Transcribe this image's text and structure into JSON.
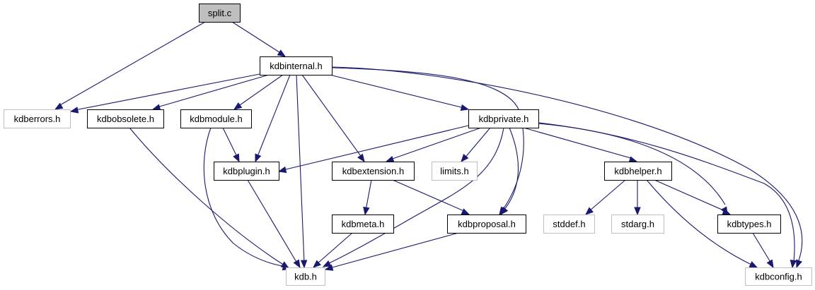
{
  "title": "Include dependency graph for split.c",
  "colors": {
    "edge": "#191970",
    "root_fill": "#bfbfbf",
    "external_border": "#bfbfbf",
    "internal_border": "#000000"
  },
  "nodes": [
    {
      "id": "split_c",
      "label": "split.c",
      "kind": "root"
    },
    {
      "id": "kdbinternal",
      "label": "kdbinternal.h",
      "kind": "internal"
    },
    {
      "id": "kdberrors",
      "label": "kdberrors.h",
      "kind": "external"
    },
    {
      "id": "kdbobsolete",
      "label": "kdbobsolete.h",
      "kind": "internal"
    },
    {
      "id": "kdbmodule",
      "label": "kdbmodule.h",
      "kind": "internal"
    },
    {
      "id": "kdbprivate",
      "label": "kdbprivate.h",
      "kind": "internal"
    },
    {
      "id": "kdbplugin",
      "label": "kdbplugin.h",
      "kind": "internal"
    },
    {
      "id": "kdbextension",
      "label": "kdbextension.h",
      "kind": "internal"
    },
    {
      "id": "limits",
      "label": "limits.h",
      "kind": "external"
    },
    {
      "id": "kdbhelper",
      "label": "kdbhelper.h",
      "kind": "internal"
    },
    {
      "id": "kdbmeta",
      "label": "kdbmeta.h",
      "kind": "internal"
    },
    {
      "id": "kdbproposal",
      "label": "kdbproposal.h",
      "kind": "internal"
    },
    {
      "id": "stddef",
      "label": "stddef.h",
      "kind": "external"
    },
    {
      "id": "stdarg",
      "label": "stdarg.h",
      "kind": "external"
    },
    {
      "id": "kdbtypes",
      "label": "kdbtypes.h",
      "kind": "internal"
    },
    {
      "id": "kdb",
      "label": "kdb.h",
      "kind": "external"
    },
    {
      "id": "kdbconfig",
      "label": "kdbconfig.h",
      "kind": "external"
    }
  ],
  "edges": [
    {
      "from": "split_c",
      "to": "kdberrors"
    },
    {
      "from": "split_c",
      "to": "kdbinternal"
    },
    {
      "from": "kdbinternal",
      "to": "kdberrors"
    },
    {
      "from": "kdbinternal",
      "to": "kdbobsolete"
    },
    {
      "from": "kdbinternal",
      "to": "kdbmodule"
    },
    {
      "from": "kdbinternal",
      "to": "kdbplugin"
    },
    {
      "from": "kdbinternal",
      "to": "kdb"
    },
    {
      "from": "kdbinternal",
      "to": "kdbextension"
    },
    {
      "from": "kdbinternal",
      "to": "kdbprivate"
    },
    {
      "from": "kdbinternal",
      "to": "kdbproposal"
    },
    {
      "from": "kdbinternal",
      "to": "kdbconfig"
    },
    {
      "from": "kdbobsolete",
      "to": "kdb"
    },
    {
      "from": "kdbmodule",
      "to": "kdbplugin"
    },
    {
      "from": "kdbmodule",
      "to": "kdb"
    },
    {
      "from": "kdbprivate",
      "to": "kdbplugin"
    },
    {
      "from": "kdbprivate",
      "to": "kdbextension"
    },
    {
      "from": "kdbprivate",
      "to": "limits"
    },
    {
      "from": "kdbprivate",
      "to": "kdb"
    },
    {
      "from": "kdbprivate",
      "to": "kdbproposal"
    },
    {
      "from": "kdbprivate",
      "to": "kdbhelper"
    },
    {
      "from": "kdbprivate",
      "to": "kdbtypes"
    },
    {
      "from": "kdbprivate",
      "to": "kdbconfig"
    },
    {
      "from": "kdbplugin",
      "to": "kdb"
    },
    {
      "from": "kdbextension",
      "to": "kdbmeta"
    },
    {
      "from": "kdbextension",
      "to": "kdbproposal"
    },
    {
      "from": "kdbmeta",
      "to": "kdb"
    },
    {
      "from": "kdbproposal",
      "to": "kdb"
    },
    {
      "from": "kdbhelper",
      "to": "stddef"
    },
    {
      "from": "kdbhelper",
      "to": "stdarg"
    },
    {
      "from": "kdbhelper",
      "to": "kdbtypes"
    },
    {
      "from": "kdbhelper",
      "to": "kdbconfig"
    },
    {
      "from": "kdbtypes",
      "to": "kdbconfig"
    }
  ]
}
